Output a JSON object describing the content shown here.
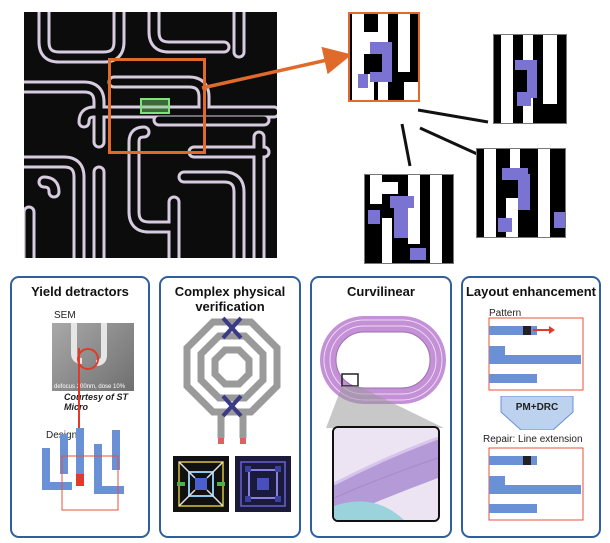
{
  "panels": [
    {
      "title": "Yield detractors"
    },
    {
      "title_line1": "Complex physical",
      "title_line2": "verification"
    },
    {
      "title": "Curvilinear"
    },
    {
      "title": "Layout enhancement"
    }
  ],
  "yield": {
    "sem_label": "SEM",
    "sem_caption": "defocus 200nm, dose 10%",
    "courtesy": "Courtesy of ST Micro",
    "design_label": "Design"
  },
  "enhancement": {
    "pattern_label": "Pattern",
    "process_label": "PM+DRC",
    "repair_label": "Repair: Line extension"
  },
  "colors": {
    "panel_border": "#2f5f9e",
    "line_blue": "#6a91d6",
    "highlight": "#e8503a",
    "patch": "#7b73d1",
    "curvilinear": "#c490d6"
  }
}
